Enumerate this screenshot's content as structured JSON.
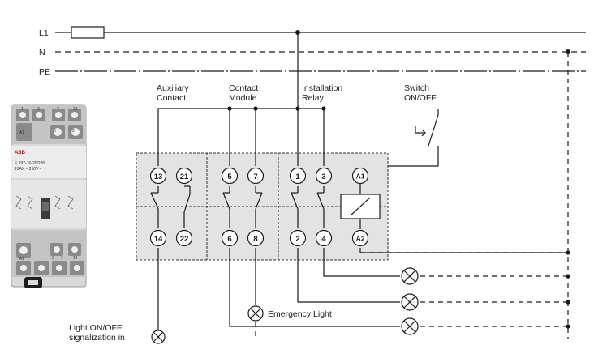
{
  "lines": {
    "l1": "L1",
    "n": "N",
    "pe": "PE"
  },
  "labels": {
    "auxiliary": [
      "Auxiliary",
      "Contact"
    ],
    "contact_module": [
      "Contact",
      "Module"
    ],
    "installation_relay": [
      "Installation",
      "Relay"
    ],
    "switch": [
      "Switch",
      "ON/OFF"
    ],
    "emergency_light": "Emergency Light",
    "signalization": [
      "Light ON/OFF",
      "signalization in"
    ]
  },
  "terminals": {
    "aux_top": [
      "13",
      "21"
    ],
    "aux_bottom": [
      "14",
      "22"
    ],
    "contact_top": [
      "5",
      "7"
    ],
    "contact_bottom": [
      "6",
      "8"
    ],
    "relay_top": [
      "1",
      "3",
      "A1"
    ],
    "relay_bottom": [
      "2",
      "4",
      "A2"
    ]
  },
  "device": {
    "brand": "ABB",
    "model": "E 297-16-20/230",
    "rating": "16AX – 250V~",
    "top_numbers": [
      "1",
      "3",
      "7",
      "21"
    ],
    "side_numbers": [
      "A1",
      "5",
      "13"
    ],
    "bottom_numbers": [
      "A2",
      "2",
      "4",
      "14"
    ]
  }
}
